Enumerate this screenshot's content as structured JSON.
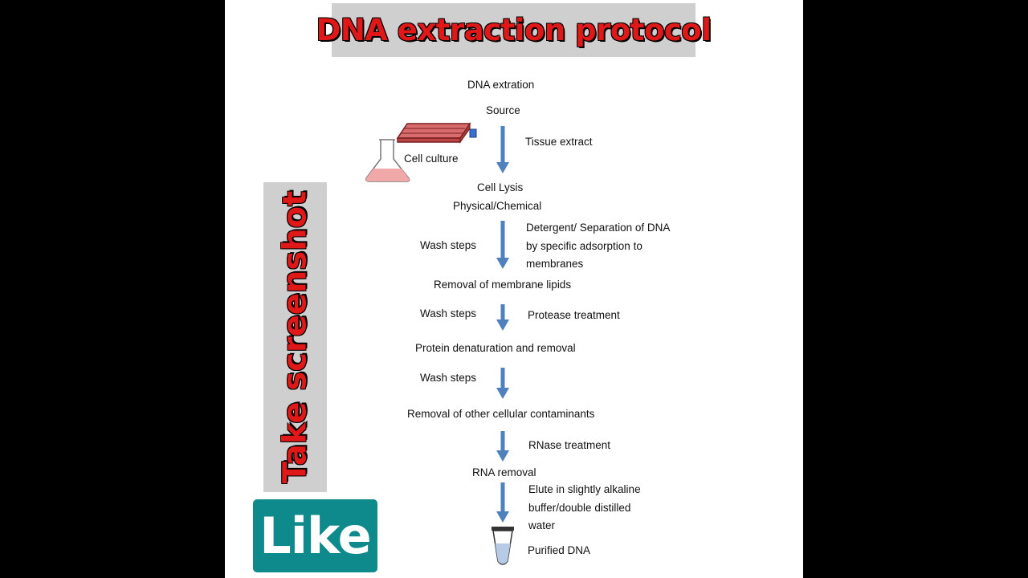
{
  "title": "DNA extraction protocol",
  "side_label": "Take screenshot",
  "like_label": "Like",
  "colors": {
    "accent_red": "#e01818",
    "like_bg": "#0e8a8c",
    "arrow_blue": "#4f81bd"
  },
  "flow": {
    "dna_extraction": "DNA extration",
    "source": "Source",
    "cell_culture": "Cell culture",
    "tissue_extract": "Tissue extract",
    "cell_lysis": "Cell Lysis",
    "physical_chemical": "Physical/Chemical",
    "wash_steps_1": "Wash steps",
    "detergent_note": "Detergent/ Separation of DNA by specific adsorption to membranes",
    "removal_membrane_lipids": "Removal of membrane lipids",
    "wash_steps_2": "Wash steps",
    "protease_treatment": "Protease treatment",
    "protein_denaturation": "Protein denaturation and removal",
    "wash_steps_3": "Wash steps",
    "removal_contaminants": "Removal of other cellular contaminants",
    "rnase_treatment": "RNase treatment",
    "rna_removal": "RNA removal",
    "elute_note": "Elute in slightly alkaline buffer/double distilled water",
    "purified_dna": "Purified DNA"
  }
}
